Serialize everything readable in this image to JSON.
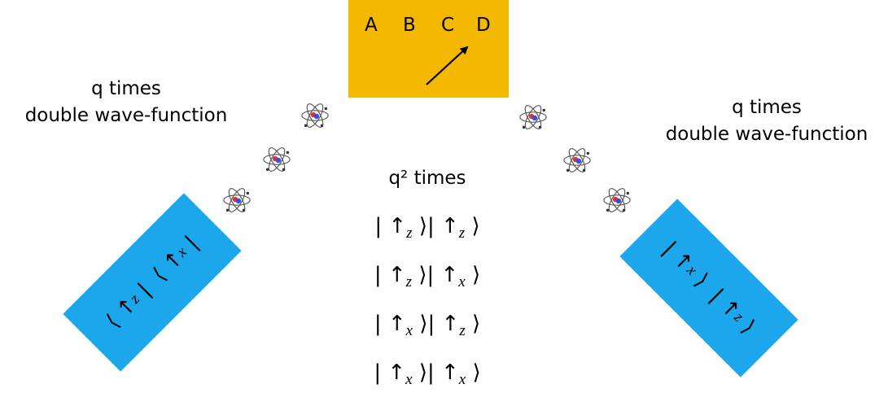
{
  "source": {
    "letters": [
      "A",
      "B",
      "C",
      "D"
    ]
  },
  "left_label": {
    "line1": "q times",
    "line2": "double wave-function"
  },
  "right_label": {
    "line1": "q times",
    "line2": "double wave-function"
  },
  "center": {
    "title": "q² times",
    "states": [
      {
        "a": "z",
        "b": "z"
      },
      {
        "a": "z",
        "b": "x"
      },
      {
        "a": "x",
        "b": "z"
      },
      {
        "a": "x",
        "b": "x"
      }
    ]
  },
  "left_detector": {
    "first_sub": "z",
    "second_sub": "x"
  },
  "right_detector": {
    "first_sub": "x",
    "second_sub": "z"
  },
  "atom_icon": "atom-icon",
  "colors": {
    "source_box": "#f5b800",
    "detector": "#1ca6ec",
    "atom_orbit": "#555555",
    "atom_nucleus_red": "#e03030",
    "atom_nucleus_blue": "#3050e0"
  }
}
